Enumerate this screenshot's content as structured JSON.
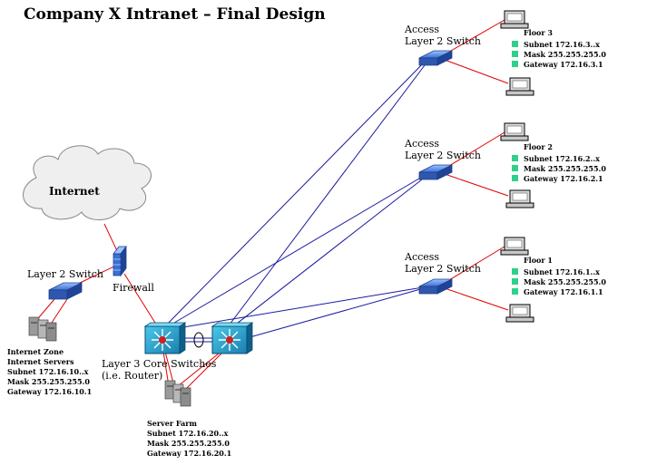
{
  "title": "Company X Intranet  – Final Design",
  "internet_label": "Internet",
  "edge_switch_label": "Layer 2 Switch",
  "firewall_label": "Firewall",
  "core_label_line1": "Layer 3 Core Switches",
  "core_label_line2": "(i.e. Router)",
  "internet_zone": [
    "Internet Zone",
    "Internet Servers",
    "Subnet 172.16.10..x",
    "Mask 255.255.255.0",
    "Gateway 172.16.10.1"
  ],
  "server_farm": [
    "Server Farm",
    "Subnet 172.16.20..x",
    "Mask 255.255.255.0",
    "Gateway 172.16.20.1"
  ],
  "access_label_line1": "Access",
  "access_label_line2": "Layer 2 Switch",
  "floors": [
    {
      "name": "Floor 3",
      "subnet": "Subnet 172.16.3..x",
      "mask": "Mask 255.255.255.0",
      "gateway": "Gateway 172.16.3.1"
    },
    {
      "name": "Floor 2",
      "subnet": "Subnet 172.16.2..x",
      "mask": "Mask 255.255.255.0",
      "gateway": "Gateway 172.16.2.1"
    },
    {
      "name": "Floor 1",
      "subnet": "Subnet 172.16.1..x",
      "mask": "Mask 255.255.255.0",
      "gateway": "Gateway 172.16.1.1"
    }
  ],
  "colors": {
    "red_link": "#e00000",
    "blue_link": "#1a1aa0",
    "switch_blue": "#3a6fd6",
    "bullet_green": "#2fd18a"
  }
}
